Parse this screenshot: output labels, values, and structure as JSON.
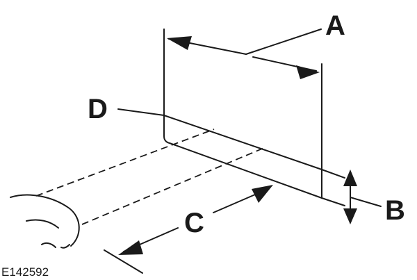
{
  "labels": {
    "a": "A",
    "b": "B",
    "c": "C",
    "d": "D"
  },
  "reference": "E142592",
  "colors": {
    "line": "#1a1a1a",
    "background": "#ffffff"
  }
}
